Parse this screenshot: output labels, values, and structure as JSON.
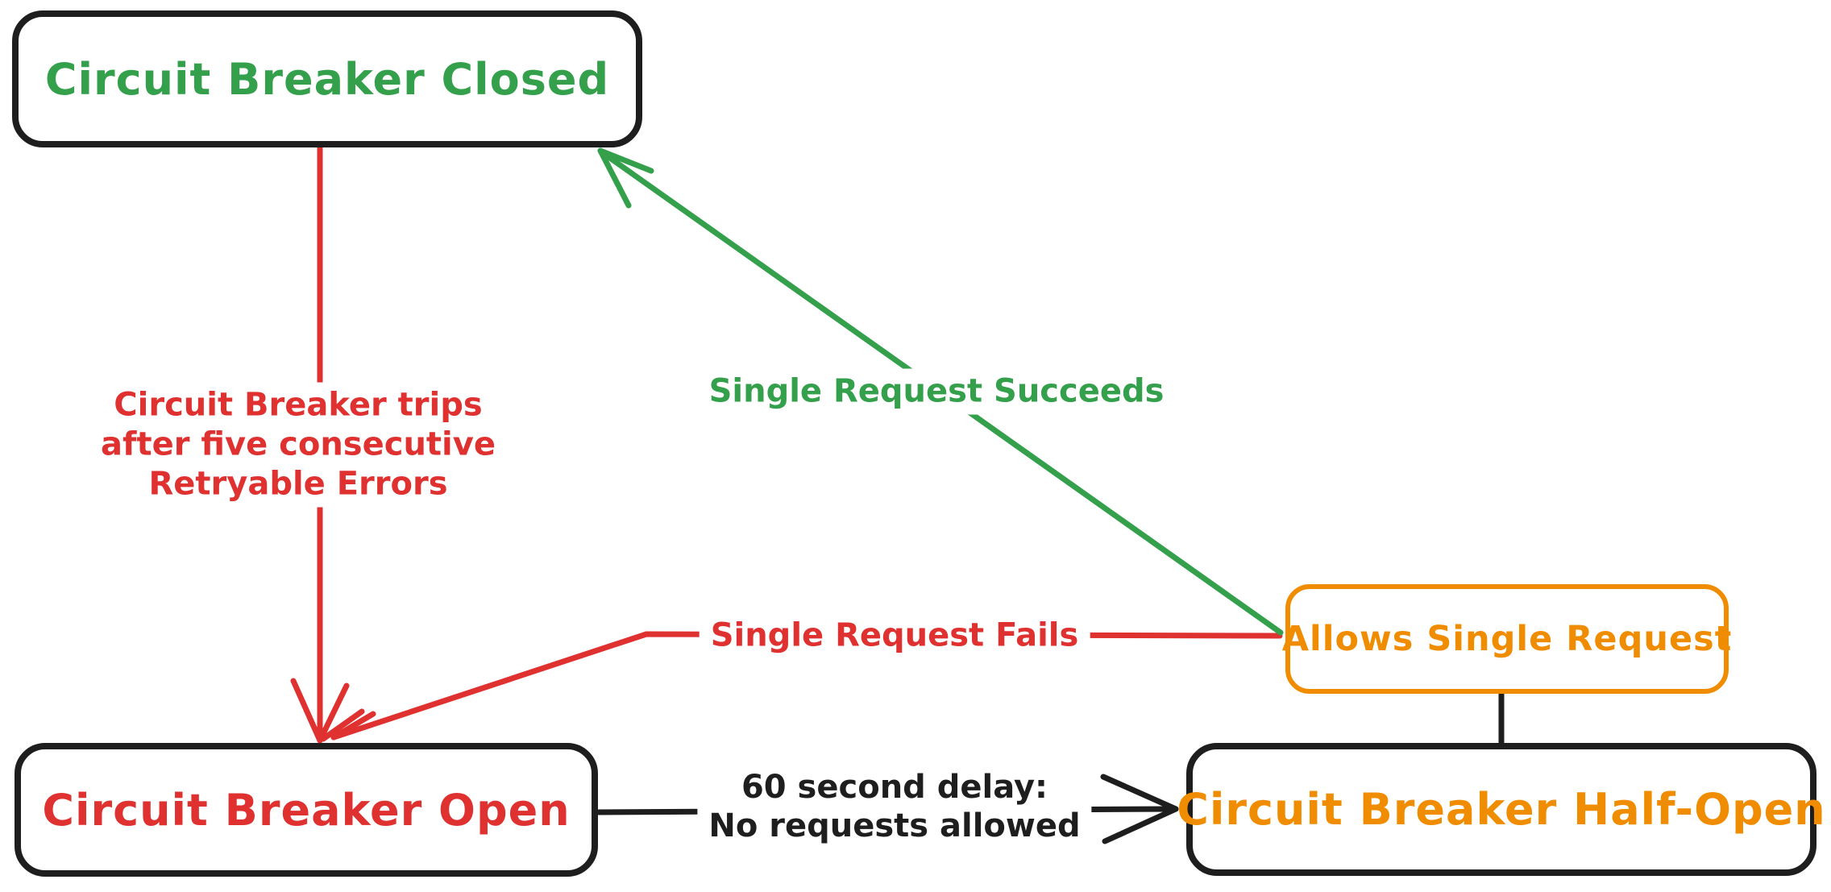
{
  "colors": {
    "ink": "#1e1e1e",
    "red": "#e03131",
    "green": "#34a04b",
    "orange": "#f08c00",
    "bg": "#ffffff"
  },
  "nodes": {
    "closed": {
      "label": "Circuit Breaker Closed",
      "text_color": "#34a04b",
      "border_color": "#1e1e1e"
    },
    "open": {
      "label": "Circuit Breaker Open",
      "text_color": "#e03131",
      "border_color": "#1e1e1e"
    },
    "half_open": {
      "label": "Circuit Breaker Half-Open",
      "text_color": "#f08c00",
      "border_color": "#1e1e1e"
    },
    "allows": {
      "label": "Allows Single Request",
      "text_color": "#f08c00",
      "border_color": "#f08c00"
    }
  },
  "edges": {
    "trips": {
      "from": "closed",
      "to": "open",
      "color": "#e03131",
      "label_lines": [
        "Circuit Breaker trips",
        "after five consecutive",
        "Retryable Errors"
      ]
    },
    "succeeds": {
      "from": "allows",
      "to": "closed",
      "color": "#34a04b",
      "label": "Single Request Succeeds"
    },
    "fails": {
      "from": "allows",
      "to": "open",
      "color": "#e03131",
      "label": "Single Request Fails"
    },
    "delay": {
      "from": "open",
      "to": "half_open",
      "color": "#1e1e1e",
      "label_lines": [
        "60 second delay:",
        "No requests allowed"
      ]
    },
    "connector": {
      "from": "half_open",
      "to": "allows",
      "color": "#1e1e1e",
      "label": ""
    }
  }
}
